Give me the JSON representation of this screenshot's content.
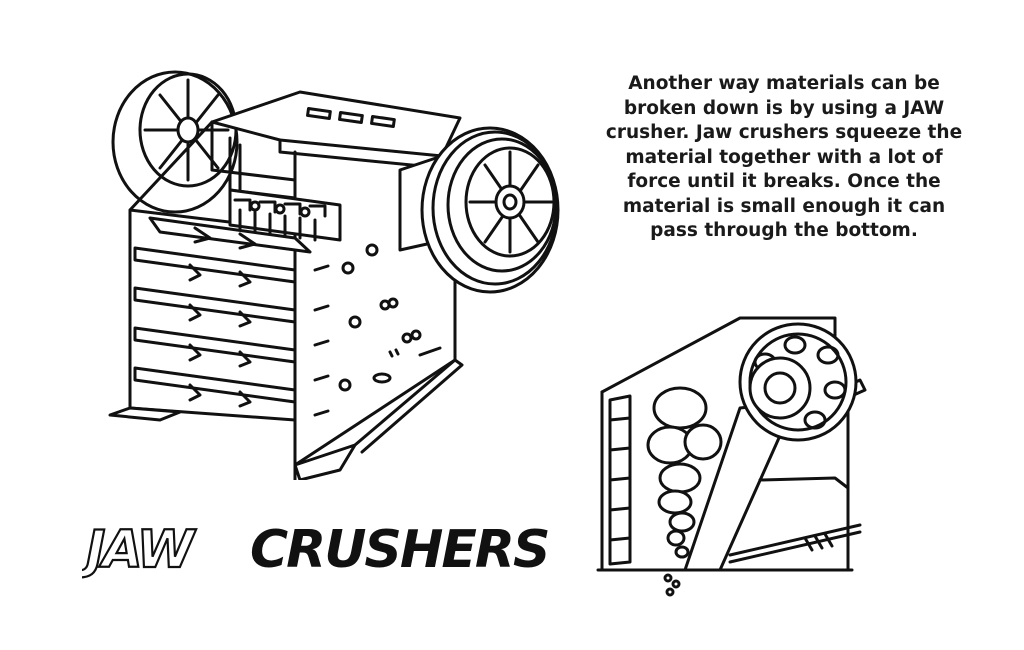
{
  "description": "Another way materials can be broken down is by using a JAW crusher. Jaw crushers squeeze the material together with a lot of force until it breaks. Once the material is small enough it can pass through the bottom.",
  "title": {
    "word1": "JAW",
    "word2": "CRUSHERS"
  },
  "colors": {
    "ink": "#111111",
    "paper": "#ffffff"
  }
}
